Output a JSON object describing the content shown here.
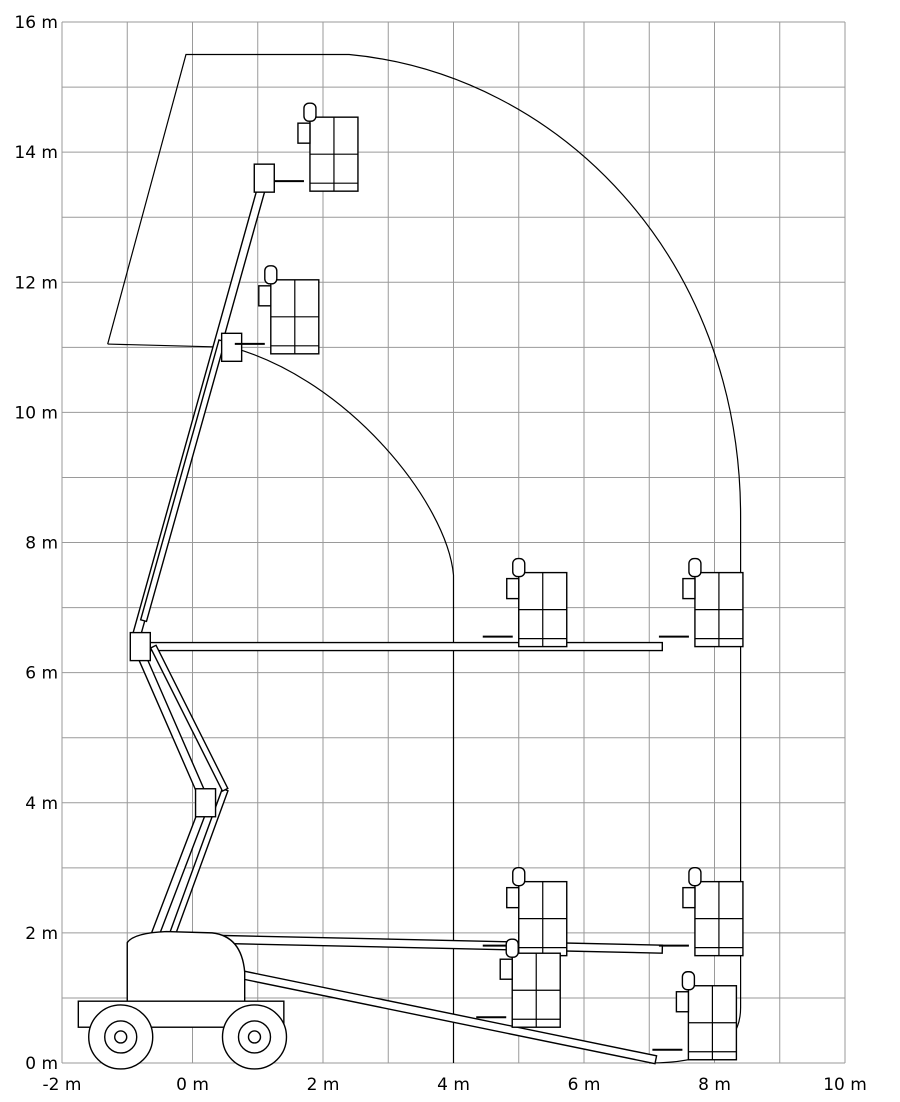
{
  "x_axis": {
    "unit": "m",
    "ticks": [
      {
        "v": -2,
        "label": "-2 m"
      },
      {
        "v": 0,
        "label": "0 m"
      },
      {
        "v": 2,
        "label": "2 m"
      },
      {
        "v": 4,
        "label": "4 m"
      },
      {
        "v": 6,
        "label": "6 m"
      },
      {
        "v": 8,
        "label": "8 m"
      },
      {
        "v": 10,
        "label": "10 m"
      }
    ],
    "range": [
      -2,
      10
    ]
  },
  "y_axis": {
    "unit": "m",
    "ticks": [
      {
        "v": 0,
        "label": "0 m"
      },
      {
        "v": 2,
        "label": "2 m"
      },
      {
        "v": 4,
        "label": "4 m"
      },
      {
        "v": 6,
        "label": "6 m"
      },
      {
        "v": 8,
        "label": "8 m"
      },
      {
        "v": 10,
        "label": "10 m"
      },
      {
        "v": 12,
        "label": "12 m"
      },
      {
        "v": 14,
        "label": "14 m"
      },
      {
        "v": 16,
        "label": "16 m"
      }
    ],
    "range": [
      0,
      16
    ]
  },
  "grid": {
    "visible": true
  },
  "envelope": {
    "outer_points": [
      [
        -1.3,
        11.05
      ],
      [
        -0.1,
        15.5
      ],
      [
        2.4,
        15.5
      ]
    ],
    "outer_arc_end": [
      8.4,
      8.4
    ],
    "outer_bottom": [
      [
        8.4,
        0.85
      ],
      [
        7.0,
        0.0
      ]
    ],
    "inner_points": [
      [
        -1.3,
        11.05
      ],
      [
        0.6,
        11.0
      ]
    ],
    "inner_arc_end": [
      4.0,
      7.5
    ],
    "inner_bottom": [
      [
        4.0,
        0.0
      ]
    ]
  },
  "platforms": [
    {
      "x": 1.8,
      "y": 13.4
    },
    {
      "x": 1.2,
      "y": 10.9
    },
    {
      "x": 5.0,
      "y": 6.4
    },
    {
      "x": 7.7,
      "y": 6.4
    },
    {
      "x": 5.0,
      "y": 1.65
    },
    {
      "x": 7.7,
      "y": 1.65
    },
    {
      "x": 4.9,
      "y": 0.55
    },
    {
      "x": 7.6,
      "y": 0.05
    }
  ]
}
